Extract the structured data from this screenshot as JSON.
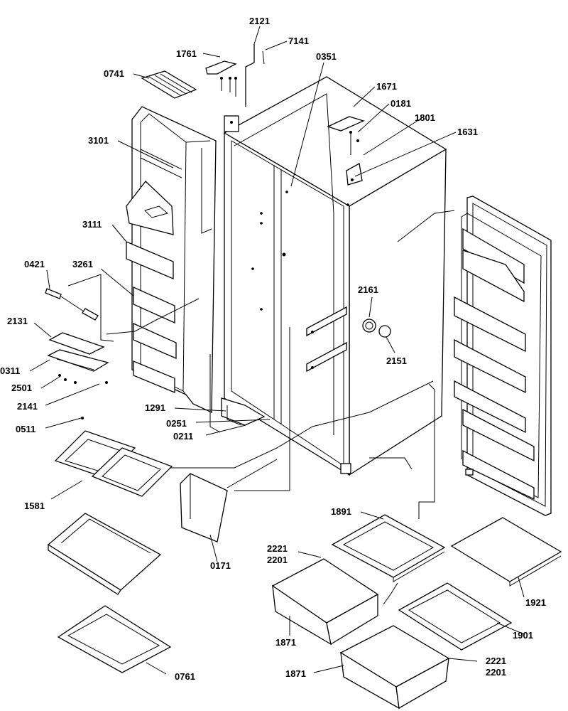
{
  "diagram": {
    "labels": {
      "p2121": "2121",
      "p7141": "7141",
      "p1761": "1761",
      "p0351": "0351",
      "p0741": "0741",
      "p1671": "1671",
      "p0181": "0181",
      "p1801": "1801",
      "p1631": "1631",
      "p3101": "3101",
      "p3111": "3111",
      "p0421": "0421",
      "p3261": "3261",
      "p2161": "2161",
      "p2131": "2131",
      "p2151": "2151",
      "p0311": "0311",
      "p2501": "2501",
      "p2141": "2141",
      "p1291": "1291",
      "p0251": "0251",
      "p0211": "0211",
      "p0511": "0511",
      "p1581": "1581",
      "p1891": "1891",
      "p0171": "0171",
      "p2221a": "2221",
      "p2201a": "2201",
      "p1921": "1921",
      "p1871a": "1871",
      "p1901": "1901",
      "p0761": "0761",
      "p2221b": "2221",
      "p2201b": "2201",
      "p1871b": "1871"
    }
  }
}
